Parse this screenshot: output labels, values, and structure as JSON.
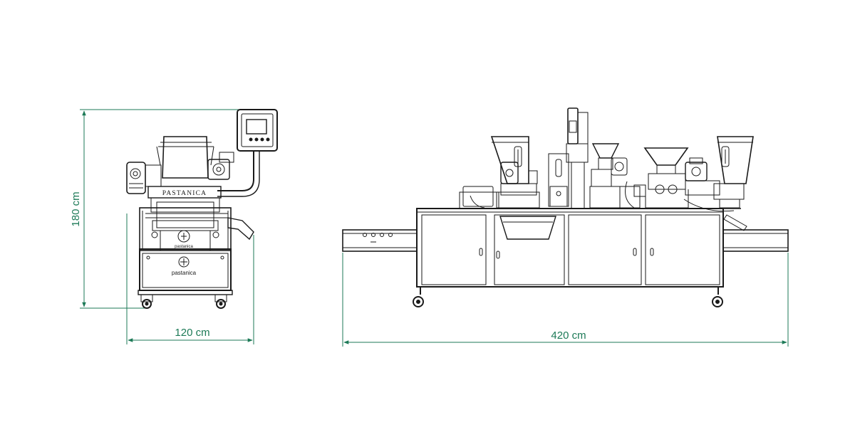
{
  "colors": {
    "dimension": "#1d7a57",
    "line": "#1a1a1a",
    "background": "#ffffff"
  },
  "dimensions": {
    "height_label": "180 cm",
    "front_width_label": "120 cm",
    "side_length_label": "420 cm"
  },
  "machine": {
    "brand": "PASTANICA",
    "logo_text": "pastanica"
  }
}
